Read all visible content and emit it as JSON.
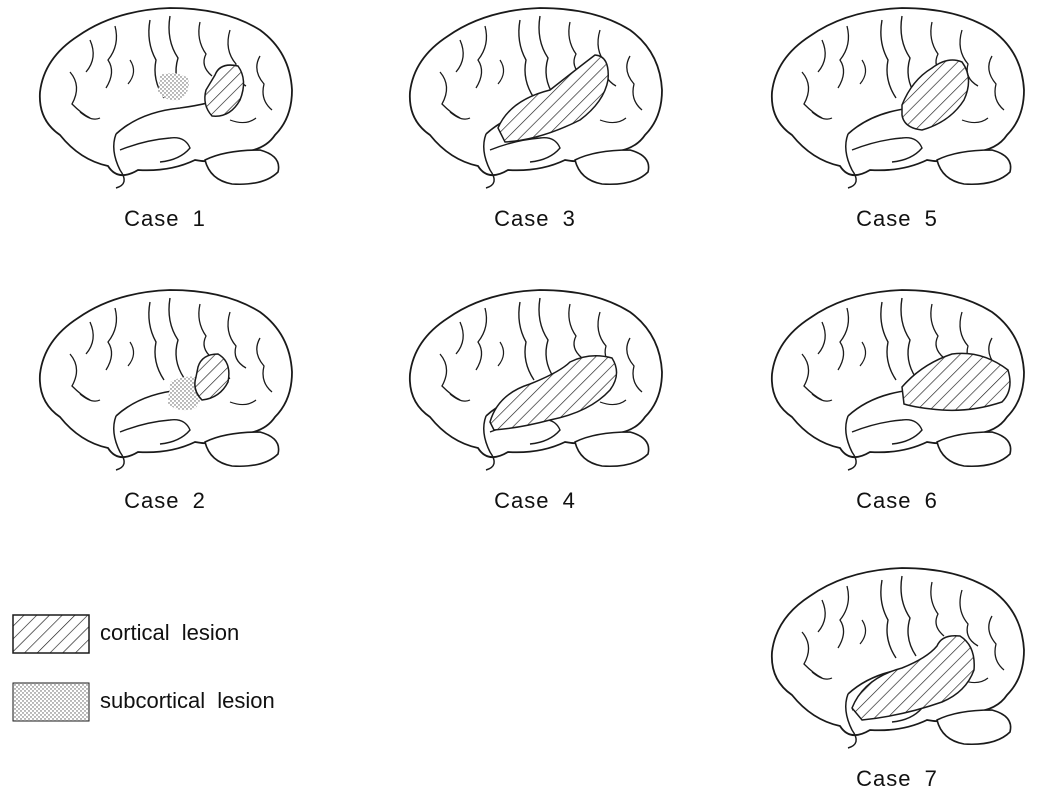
{
  "cases": [
    {
      "id": "case-1",
      "label": "Case 1",
      "lesions": [
        "cortical",
        "subcortical"
      ]
    },
    {
      "id": "case-3",
      "label": "Case 3",
      "lesions": [
        "cortical"
      ]
    },
    {
      "id": "case-5",
      "label": "Case 5",
      "lesions": [
        "cortical"
      ]
    },
    {
      "id": "case-2",
      "label": "Case 2",
      "lesions": [
        "cortical",
        "subcortical"
      ]
    },
    {
      "id": "case-4",
      "label": "Case 4",
      "lesions": [
        "cortical"
      ]
    },
    {
      "id": "case-6",
      "label": "Case 6",
      "lesions": [
        "cortical"
      ]
    },
    {
      "id": "case-7",
      "label": "Case 7",
      "lesions": [
        "cortical"
      ]
    }
  ],
  "legend": {
    "cortical": "cortical lesion",
    "subcortical": "subcortical lesion"
  },
  "colors": {
    "line": "#1a1a1a",
    "background": "#ffffff",
    "subcortical_dot": "#555555"
  }
}
